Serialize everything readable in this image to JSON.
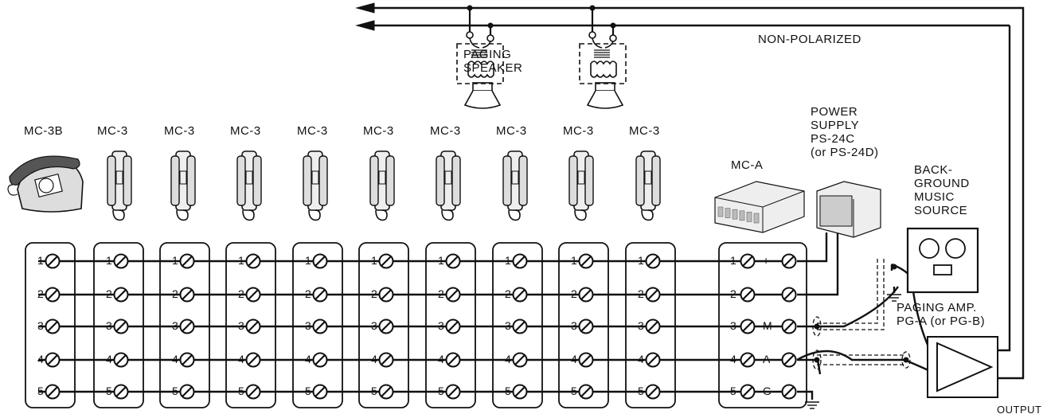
{
  "labels": {
    "paging_speaker": [
      "PAGING",
      "SPEAKER"
    ],
    "non_polarized": "NON-POLARIZED",
    "power_supply": [
      "POWER",
      "SUPPLY",
      "PS-24C",
      "(or PS-24D)"
    ],
    "mc_a": "MC-A",
    "music_source": [
      "BACK-",
      "GROUND",
      "MUSIC",
      "SOURCE"
    ],
    "paging_amp": [
      "PAGING AMP.",
      "PG-A (or PG-B)"
    ],
    "output": "OUTPUT"
  },
  "stations": [
    {
      "model": "MC-3B",
      "type": "desk"
    },
    {
      "model": "MC-3",
      "type": "wall"
    },
    {
      "model": "MC-3",
      "type": "wall"
    },
    {
      "model": "MC-3",
      "type": "wall"
    },
    {
      "model": "MC-3",
      "type": "wall"
    },
    {
      "model": "MC-3",
      "type": "wall"
    },
    {
      "model": "MC-3",
      "type": "wall"
    },
    {
      "model": "MC-3",
      "type": "wall"
    },
    {
      "model": "MC-3",
      "type": "wall"
    },
    {
      "model": "MC-3",
      "type": "wall"
    }
  ],
  "terminal_numbers": [
    "1",
    "2",
    "3",
    "4",
    "5"
  ],
  "mca_terminal_symbols": [
    "+",
    "--",
    "M",
    "A",
    "G"
  ],
  "icons": {
    "speaker": "paging-speaker-icon",
    "desk_phone": "desk-telephone-icon",
    "wall_phone": "wall-telephone-icon",
    "screw": "screw-terminal-icon",
    "ground": "ground-icon",
    "tape": "tape-player-icon",
    "amp": "amplifier-icon"
  }
}
